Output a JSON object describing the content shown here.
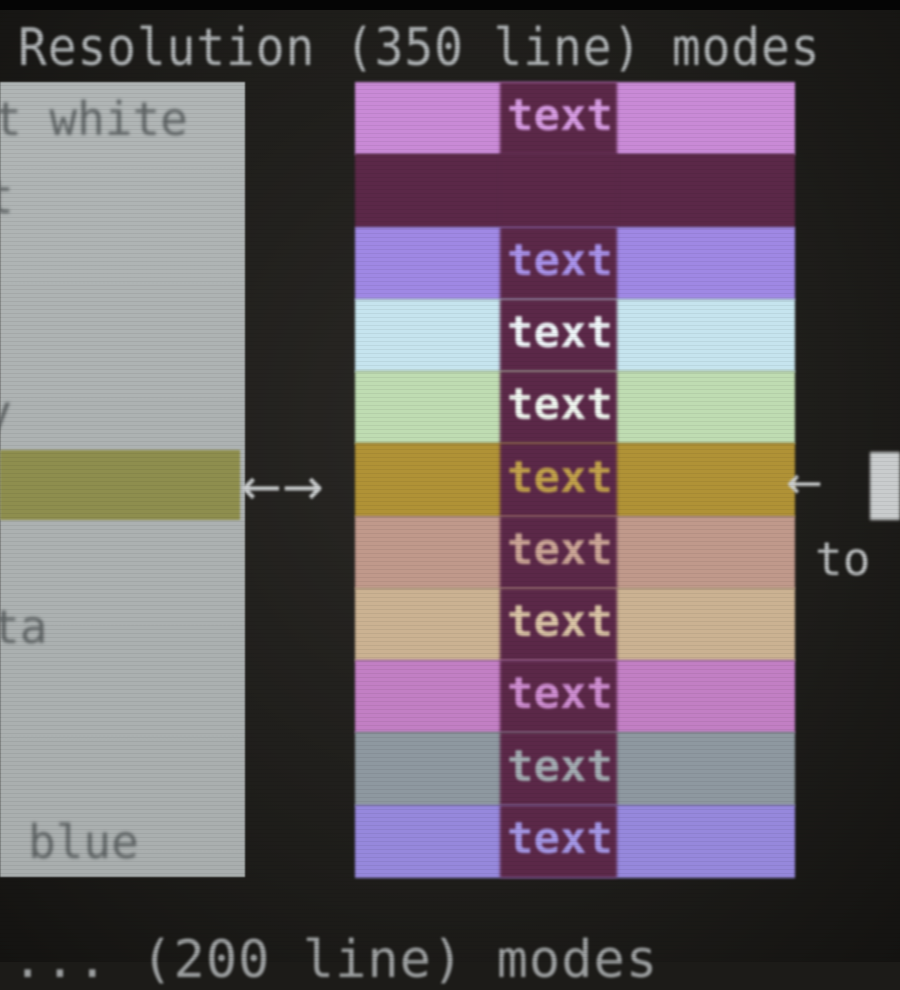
{
  "header": {
    "title": "Resolution (350 line) modes"
  },
  "footer": {
    "text": "...  (200 line) modes"
  },
  "left_panel": {
    "labels": [
      "t white",
      "t",
      "y",
      "ta",
      "blue"
    ]
  },
  "swatches": {
    "center_color": "#5b2848",
    "rows": [
      {
        "color": "#c98ad6",
        "text": "text",
        "text_color": "#d49ae0"
      },
      {
        "color": "#5b2848",
        "text": "",
        "text_color": "#5b2848"
      },
      {
        "color": "#9f88e4",
        "text": "text",
        "text_color": "#a892ea"
      },
      {
        "color": "#c6e4ee",
        "text": "text",
        "text_color": "#eef5f8"
      },
      {
        "color": "#bfdcb2",
        "text": "text",
        "text_color": "#eef5ee"
      },
      {
        "color": "#b09236",
        "text": "text",
        "text_color": "#c0a04a"
      },
      {
        "color": "#c0998b",
        "text": "text",
        "text_color": "#caa495"
      },
      {
        "color": "#cbb292",
        "text": "text",
        "text_color": "#d8c2a4"
      },
      {
        "color": "#c27fc4",
        "text": "text",
        "text_color": "#cc8ccf"
      },
      {
        "color": "#8e98a0",
        "text": "text",
        "text_color": "#a2abb1"
      },
      {
        "color": "#9688dc",
        "text": "text",
        "text_color": "#a396e4"
      }
    ]
  },
  "arrows": {
    "double": "←→",
    "left": "←"
  },
  "right": {
    "to": "to"
  }
}
